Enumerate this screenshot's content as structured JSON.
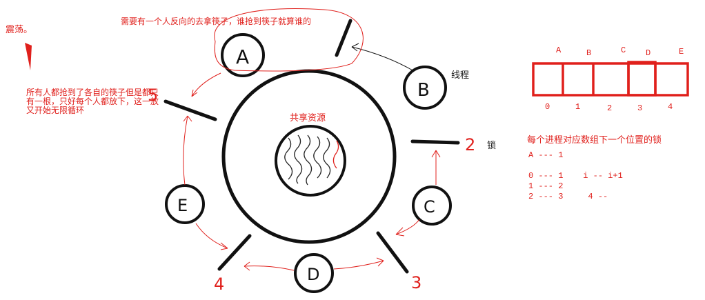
{
  "diagram": {
    "notes": {
      "oscillation": "震荡。",
      "top": "需要有一个人反向的去拿筷子，谁抢到筷子就算谁的",
      "left": "所有人都抢到了各自的筷子但是都只有一根，只好每个人都放下，这一放又开始无限循环",
      "right": "每个进程对应数组下一个位置的锁"
    },
    "labels": {
      "thread": "线程",
      "lock": "锁",
      "shared_resource": "共享资源"
    },
    "nodes": [
      {
        "id": "A",
        "label": "A"
      },
      {
        "id": "B",
        "label": "B"
      },
      {
        "id": "C",
        "label": "C"
      },
      {
        "id": "D",
        "label": "D"
      },
      {
        "id": "E",
        "label": "E"
      }
    ],
    "chopstick_numbers": [
      "2",
      "3",
      "4",
      "5"
    ],
    "array": {
      "headers": [
        "A",
        "B",
        "C",
        "D",
        "E"
      ],
      "indices": [
        "0",
        "1",
        "2",
        "3",
        "4"
      ]
    },
    "mapping": [
      "A --- 1",
      "",
      "0 --- 1    i -- i+1",
      "1 --- 2",
      "2 --- 3     4 --"
    ],
    "colors": {
      "accent": "#e0201c",
      "ink": "#111111"
    }
  }
}
